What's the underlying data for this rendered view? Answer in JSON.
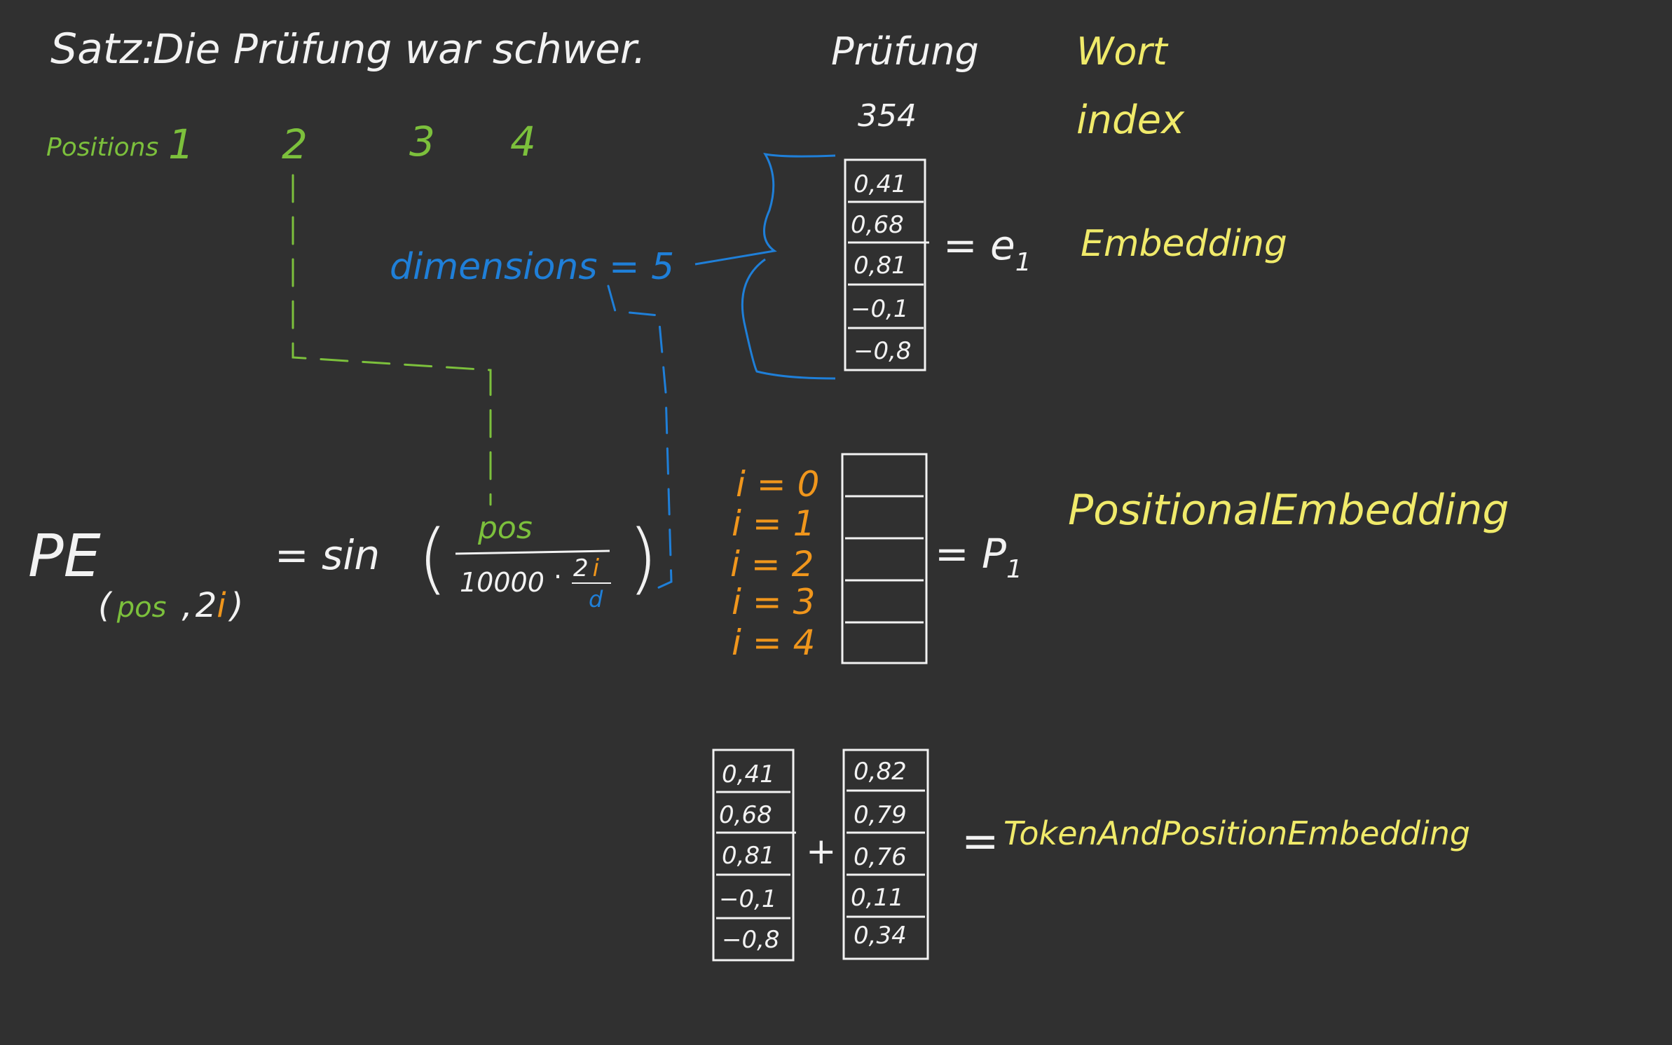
{
  "colors": {
    "background": "#303030",
    "white": "#f2f2f2",
    "green": "#7cc03c",
    "blue": "#1f7fd8",
    "yellow": "#f0ea6a",
    "orange": "#f0961c"
  },
  "sentence": {
    "label": "Satz:",
    "text": "Die Prüfung war schwer."
  },
  "positions": {
    "label": "Positions",
    "numbers": [
      "1",
      "2",
      "3",
      "4"
    ]
  },
  "word_header": {
    "word": "Prüfung",
    "index": "354"
  },
  "legend": {
    "word": "Wort",
    "index": "index",
    "embedding": "Embedding",
    "positional": "PositionalEmbedding",
    "combined": "TokenAndPositionEmbedding"
  },
  "dimensions_label": "dimensions = 5",
  "embedding_vector": {
    "values": [
      "0,41",
      "0,68",
      "0,81",
      "−0,1",
      "−0,8"
    ],
    "symbol": "= e",
    "subscript": "1"
  },
  "positional_vector": {
    "values": [
      "",
      "",
      "",
      "",
      ""
    ],
    "symbol": "= P",
    "subscript": "1"
  },
  "dimension_indices": [
    "i = 0",
    "i = 1",
    "i = 2",
    "i = 3",
    "i = 4"
  ],
  "formula": {
    "lhs": "PE",
    "sub_open": "(",
    "sub_pos": "pos",
    "sub_comma": ",",
    "sub_two": "2",
    "sub_i": "i",
    "sub_close": ")",
    "equals_sin": "= sin",
    "open_paren": "(",
    "numerator": "pos",
    "denominator_base": "10000",
    "exp_num_two": "2",
    "exp_num_i": "i",
    "exp_den": "d",
    "close_paren": ")"
  },
  "sum": {
    "left": [
      "0,41",
      "0,68",
      "0,81",
      "−0,1",
      "−0,8"
    ],
    "plus": "+",
    "right": [
      "0,82",
      "0,79",
      "0,76",
      "0,11",
      "0,34"
    ],
    "equals": "="
  }
}
